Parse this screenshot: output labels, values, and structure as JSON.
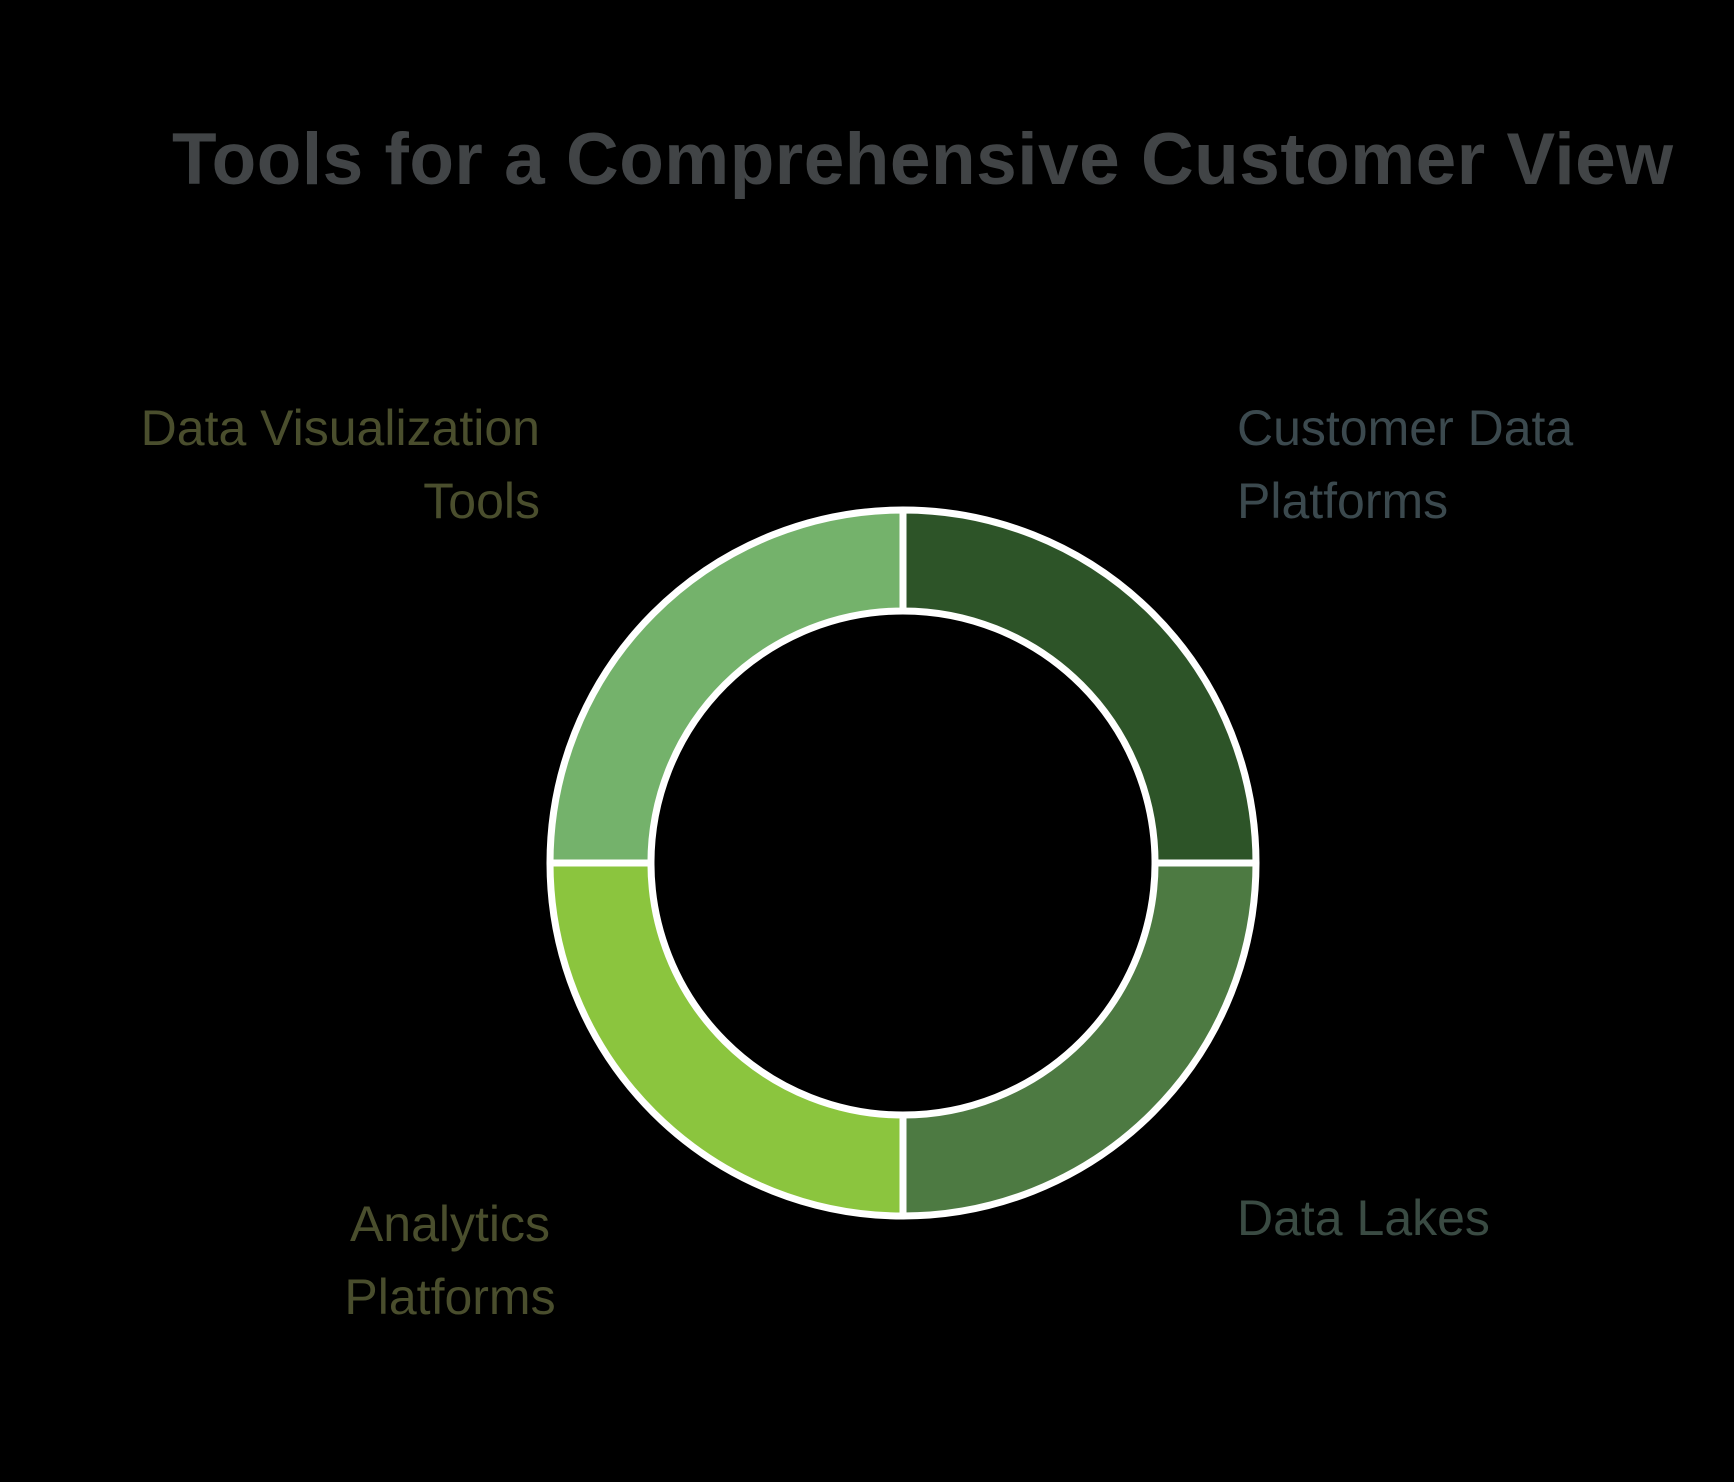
{
  "background_color": "#000000",
  "chart_data": {
    "type": "pie",
    "subtype": "donut",
    "title": "Tools for a Comprehensive Customer View",
    "title_color": "#414446",
    "legend_position": "none",
    "labels_placement": "around-chart",
    "start_angle_deg": 0,
    "direction": "clockwise",
    "inner_radius_ratio": 0.714,
    "separator_color": "#ffffff",
    "separator_width": 7,
    "segments": [
      {
        "label": "Customer Data Platforms",
        "value": 25,
        "color": "#2d5428",
        "label_color": "#3b494e",
        "position": "top-right"
      },
      {
        "label": "Data Lakes",
        "value": 25,
        "color": "#4d7a42",
        "label_color": "#3a4b43",
        "position": "bottom-right"
      },
      {
        "label": "Analytics Platforms",
        "value": 25,
        "color": "#8bc53e",
        "label_color": "#4a4e2d",
        "position": "bottom-left"
      },
      {
        "label": "Data Visualization Tools",
        "value": 25,
        "color": "#74b26b",
        "label_color": "#4a4e2d",
        "position": "top-left"
      }
    ]
  }
}
